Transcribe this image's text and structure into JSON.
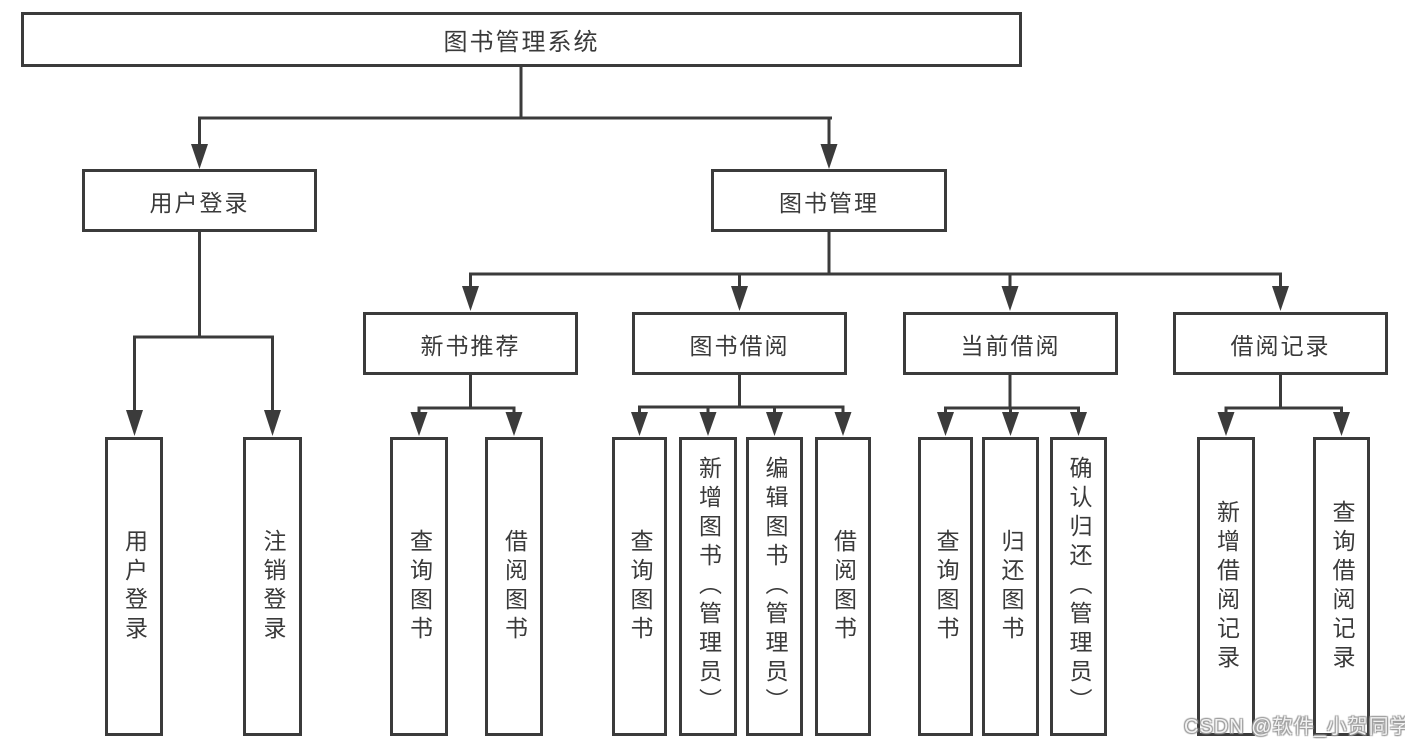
{
  "diagram": {
    "root": {
      "label": "图书管理系统"
    },
    "branches": [
      {
        "label": "用户登录",
        "children": [
          {
            "label": "用户登录"
          },
          {
            "label": "注销登录"
          }
        ]
      },
      {
        "label": "图书管理",
        "sections": [
          {
            "label": "新书推荐",
            "children": [
              {
                "label": "查询图书"
              },
              {
                "label": "借阅图书"
              }
            ]
          },
          {
            "label": "图书借阅",
            "children": [
              {
                "label": "查询图书"
              },
              {
                "label": "新增图书（管理员）"
              },
              {
                "label": "编辑图书（管理员）"
              },
              {
                "label": "借阅图书"
              }
            ]
          },
          {
            "label": "当前借阅",
            "children": [
              {
                "label": "查询图书"
              },
              {
                "label": "归还图书"
              },
              {
                "label": "确认归还（管理员）"
              }
            ]
          },
          {
            "label": "借阅记录",
            "children": [
              {
                "label": "新增借阅记录"
              },
              {
                "label": "查询借阅记录"
              }
            ]
          }
        ]
      }
    ]
  },
  "watermark": {
    "text": "CSDN @软件_小贺同学"
  },
  "colors": {
    "line": "#3b3b3b",
    "text": "#3a3a3a",
    "background": "#ffffff"
  }
}
